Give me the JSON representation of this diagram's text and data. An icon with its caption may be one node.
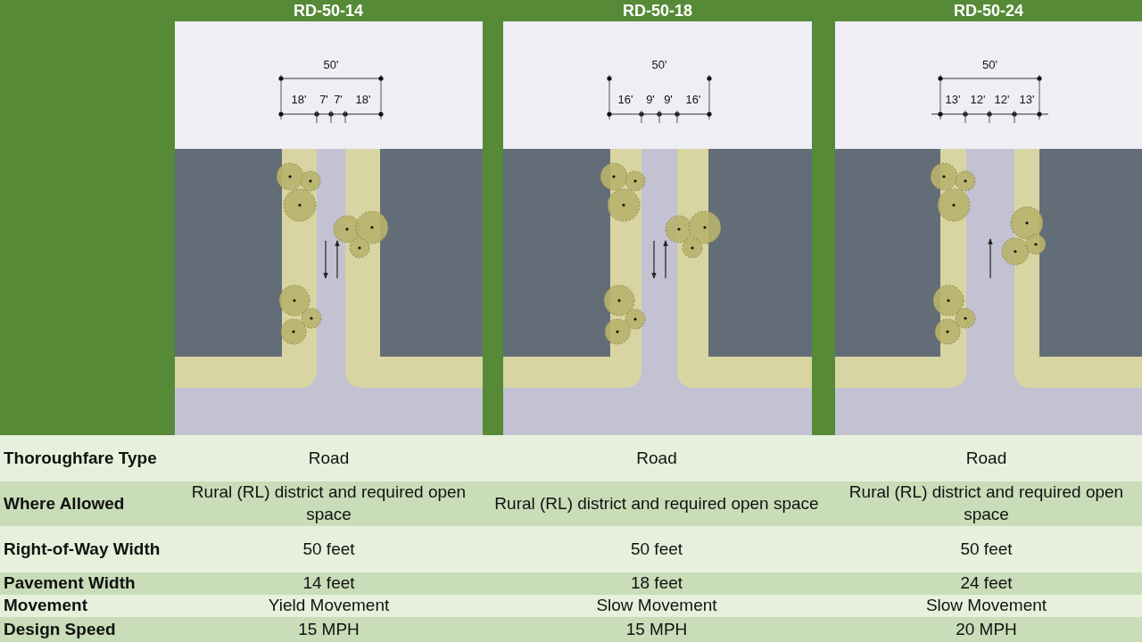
{
  "diagram": {
    "labels": [
      "RD-50-14",
      "RD-50-18",
      "RD-50-24",
      "50'",
      "18'",
      "7'",
      "7'",
      "18'",
      "50'",
      "16'",
      "9'",
      "9'",
      "16'",
      "50'",
      "13'",
      "12'",
      "12'",
      "13'",
      "Thoroughfare Type",
      "Road",
      "Road",
      "Road",
      "Where Allowed",
      "Rural (RL) district and required open space",
      "Rural (RL) district and required open space",
      "Rural (RL) district and required open space",
      "Right-of-Way Width",
      "50 feet",
      "50 feet",
      "50 feet",
      "Pavement Width",
      "14 feet",
      "18 feet",
      "24 feet",
      "Movement",
      "Yield Movement",
      "Slow Movement",
      "Slow Movement",
      "Design Speed",
      "15 MPH",
      "15 MPH",
      "20 MPH"
    ]
  }
}
